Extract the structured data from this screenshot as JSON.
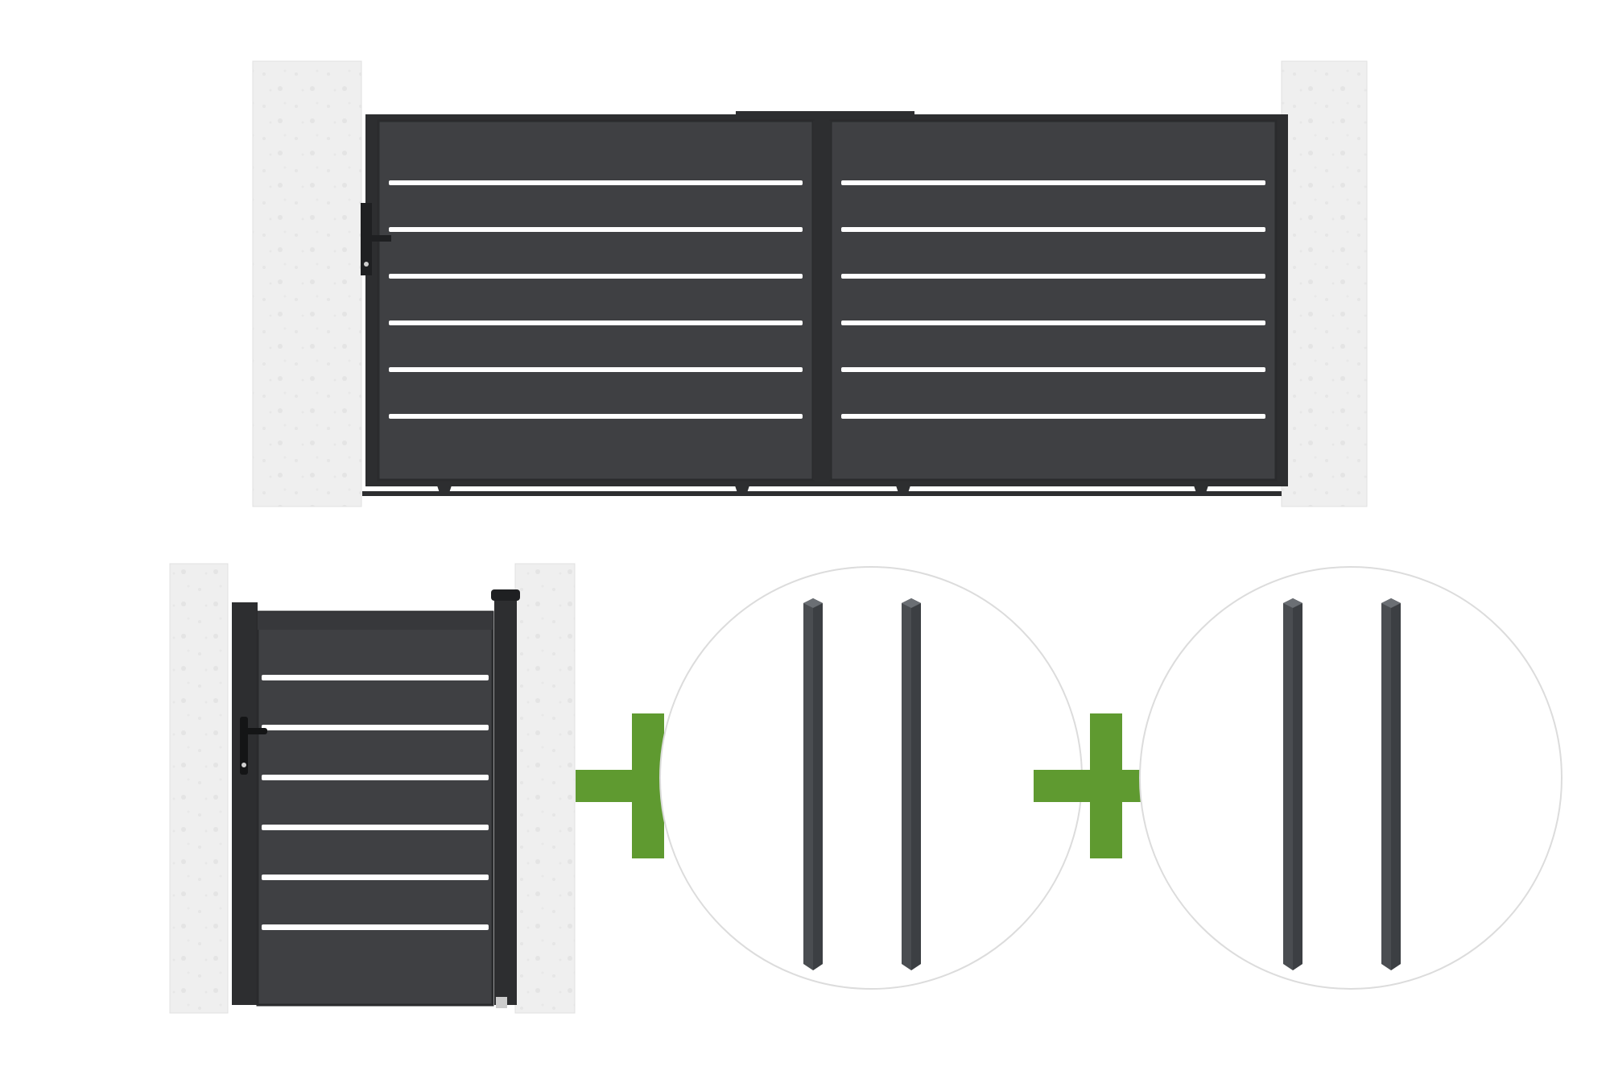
{
  "scene": {
    "kind": "product-composition",
    "items": [
      {
        "name": "sliding-gate",
        "panels": 2,
        "slats_per_panel": 6,
        "wheels": 4
      },
      {
        "name": "pedestrian-gate",
        "slats": 6
      },
      {
        "name": "post-pair",
        "posts": 2
      },
      {
        "name": "post-pair",
        "posts": 2
      }
    ],
    "connectors": [
      "plus",
      "plus"
    ]
  },
  "colors": {
    "background": "#ffffff",
    "gate_panel": "#3f4043",
    "gate_frame": "#2d2e30",
    "slat_gap": "#ffffff",
    "pillar": "#efefef",
    "pillar_shade": "#e2e2e2",
    "post": "#4a4d51",
    "post_highlight": "#6b6f74",
    "plus_sign": "#5f9a30",
    "circle_outline": "#d9d9d9"
  },
  "icons": [
    "plus-icon",
    "plus-icon"
  ]
}
